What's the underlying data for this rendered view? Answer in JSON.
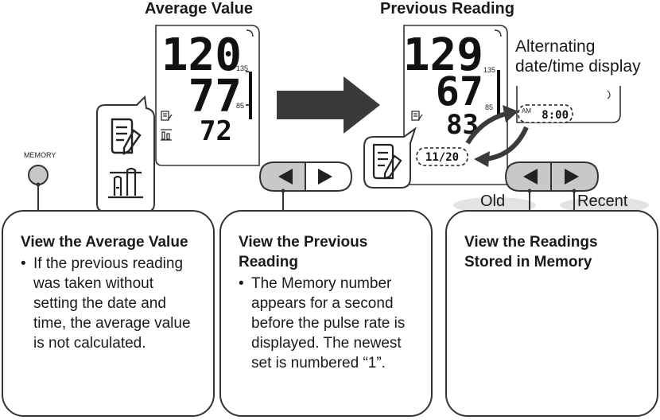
{
  "titles": {
    "average": "Average Value",
    "previous": "Previous Reading"
  },
  "memory_button_label": "MEMORY",
  "average_display": {
    "systolic": "120",
    "diastolic": "77",
    "pulse": "72",
    "scale_high": "135",
    "scale_low": "85"
  },
  "previous_display": {
    "systolic": "129",
    "diastolic": "67",
    "pulse": "83",
    "scale_high": "135",
    "scale_low": "85",
    "date": "11/20",
    "am": "AM",
    "time": "8:00"
  },
  "alternating_note": "Alternating date/time display",
  "old_label": "Old",
  "recent_label": "Recent",
  "boxes": [
    {
      "title": "View the Average Value",
      "bullet": "•",
      "text": "If the previous reading was taken without setting the date and time, the average value is not calculated."
    },
    {
      "title": "View the Previous Reading",
      "bullet": "•",
      "text": "The Memory number appears for a second before the pulse rate is displayed. The newest set is numbered “1”."
    },
    {
      "title": "View the Readings Stored in Memory"
    }
  ],
  "colors": {
    "button_fill": "#c8c8c8",
    "arrow_fill": "#3a3a3a",
    "shadow_fill": "#e3e3e3",
    "line": "#333333"
  },
  "icons": [
    "memory-button-icon",
    "memory-card-icon",
    "average-bars-icon",
    "left-arrow-icon",
    "right-arrow-icon",
    "big-right-arrow-icon",
    "swap-arrows-icon"
  ]
}
